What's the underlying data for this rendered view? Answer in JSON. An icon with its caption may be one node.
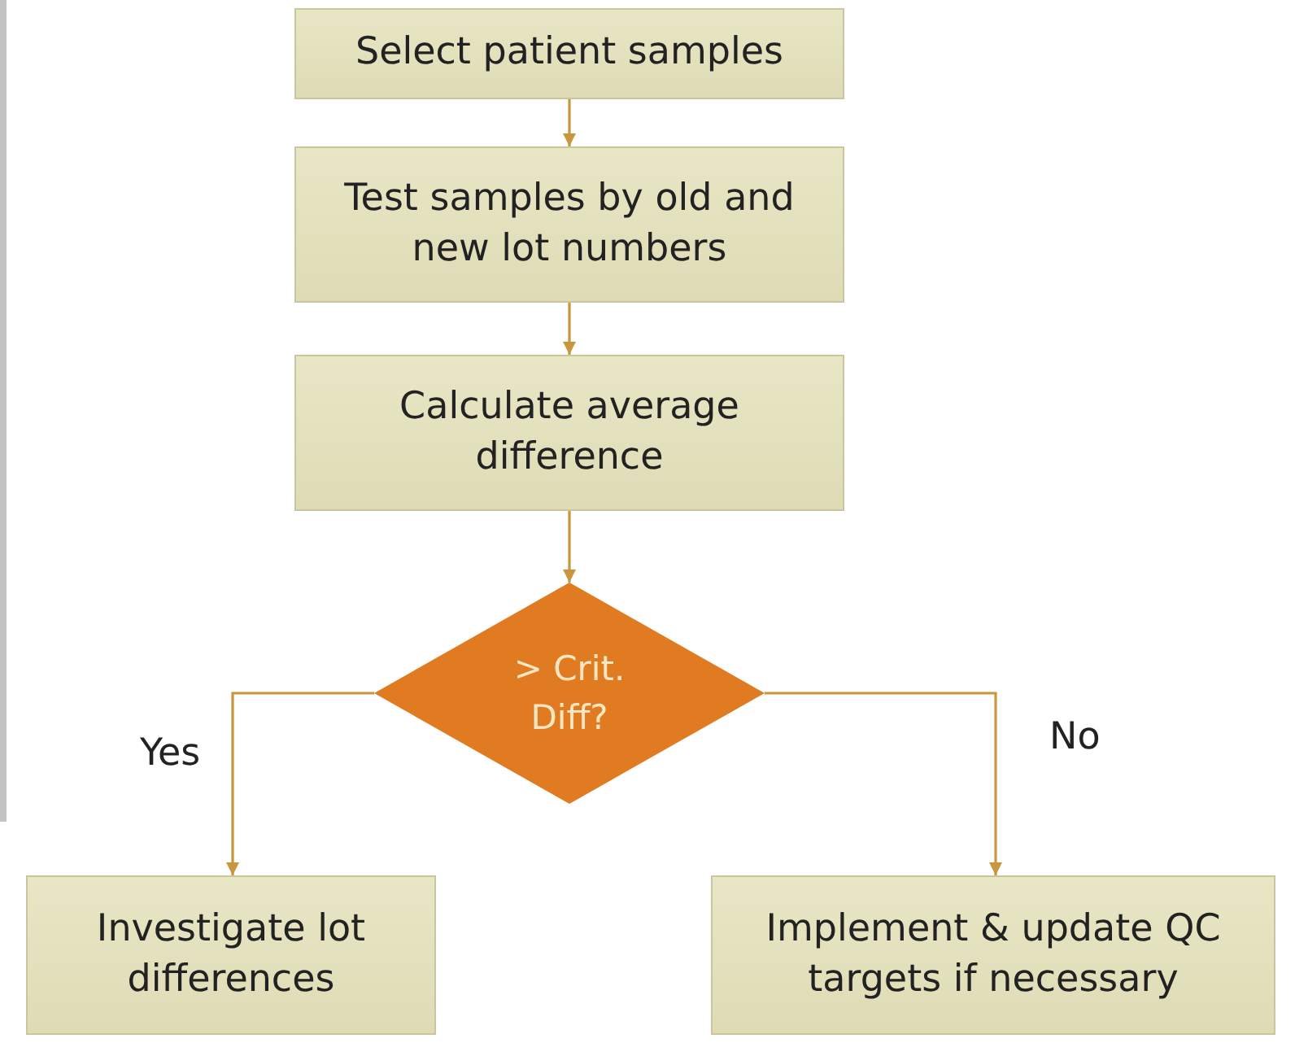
{
  "diagram": {
    "nodes": [
      {
        "text": [
          "Select patient samples"
        ]
      },
      {
        "text": [
          "Test samples by old and new lot numbers"
        ]
      },
      {
        "text": [
          "Calculate average difference"
        ]
      },
      {
        "text": [
          "> Crit. Diff?"
        ]
      },
      {
        "text": [
          "Investigate lot differences"
        ]
      },
      {
        "text": [
          "Implement & update QC targets if necessary"
        ]
      }
    ],
    "edges": [
      {
        "from": 0,
        "to": 1,
        "arrow": "to"
      },
      {
        "from": 1,
        "to": 2,
        "arrow": "to"
      },
      {
        "from": 2,
        "to": 3,
        "arrow": "to"
      },
      {
        "from": 3,
        "to": 4,
        "arrow": "to",
        "label": "Yes"
      },
      {
        "from": 3,
        "to": 5,
        "arrow": "to",
        "label": "No"
      }
    ]
  }
}
